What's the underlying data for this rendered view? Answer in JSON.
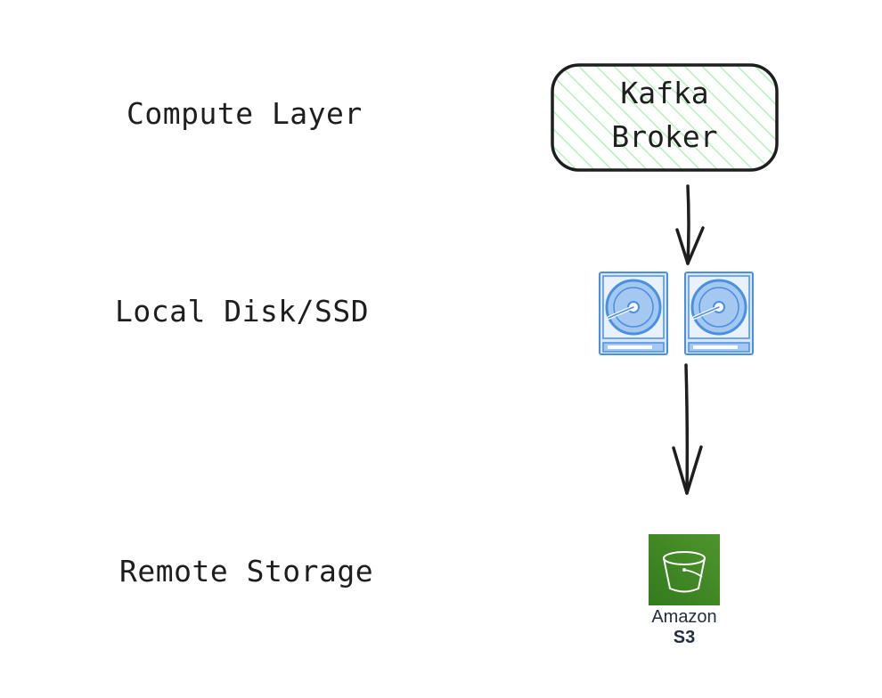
{
  "layers": {
    "compute": "Compute Layer",
    "local": "Local Disk/SSD",
    "remote": "Remote Storage"
  },
  "broker": {
    "line1": "Kafka",
    "line2": "Broker",
    "fill_color": "#b2f2bb",
    "stroke_color": "#1e1e1e"
  },
  "disks": {
    "count": 2,
    "color": "#4a90e2",
    "light_color": "#a5c8f0",
    "icon": "hard-disk-icon"
  },
  "s3": {
    "name": "Amazon",
    "sub": "S3",
    "color": "#3f8624",
    "icon": "bucket-icon"
  }
}
